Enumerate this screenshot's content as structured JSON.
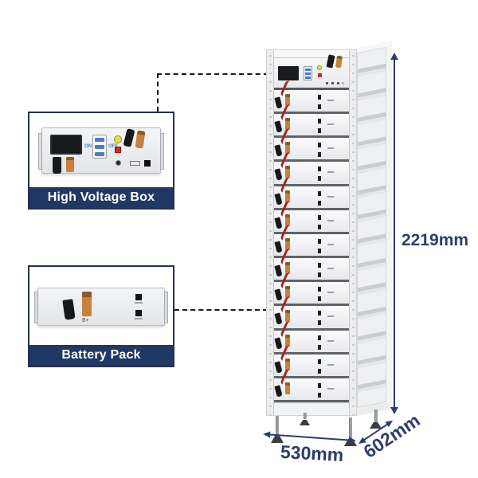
{
  "callouts": {
    "high_voltage_box": {
      "label": "High Voltage Box",
      "breaker_on": "ON",
      "breaker_off": "OFF"
    },
    "battery_pack": {
      "label": "Battery Pack",
      "terminal_label": "B+"
    }
  },
  "dimensions": {
    "height": "2219mm",
    "width": "530mm",
    "depth": "602mm"
  },
  "rack": {
    "battery_module_count": 13
  },
  "colors": {
    "accent_navy": "#1f3864",
    "dimension_text": "#2c3c6e",
    "dashed_line": "#1a1a1a",
    "connector_orange": "#c9803b",
    "cable_red": "#a8231e",
    "breaker_blue": "#4a7fc1"
  }
}
